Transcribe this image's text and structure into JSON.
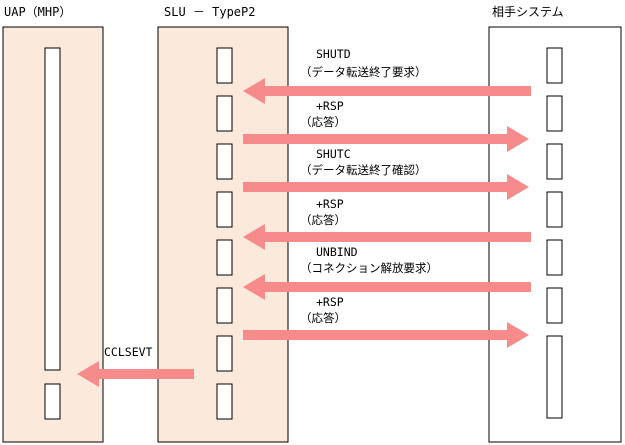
{
  "columns": [
    {
      "id": "uap",
      "title": "UAP（MHP）",
      "fill": "#fbe9dc"
    },
    {
      "id": "slu",
      "title": "SLU － TypeP2",
      "fill": "#fbe9dc"
    },
    {
      "id": "partner",
      "title": "相手システム",
      "fill": "#ffffff"
    }
  ],
  "messages": [
    {
      "name": "SHUTD",
      "desc": "（データ転送終了要求）",
      "direction": "left",
      "from": "partner",
      "to": "slu"
    },
    {
      "name": "+RSP",
      "desc": "（応答）",
      "direction": "right",
      "from": "slu",
      "to": "partner"
    },
    {
      "name": "SHUTC",
      "desc": "（データ転送終了確認）",
      "direction": "right",
      "from": "slu",
      "to": "partner"
    },
    {
      "name": "+RSP",
      "desc": "（応答）",
      "direction": "left",
      "from": "partner",
      "to": "slu"
    },
    {
      "name": "UNBIND",
      "desc": "（コネクション解放要求）",
      "direction": "left",
      "from": "partner",
      "to": "slu"
    },
    {
      "name": "+RSP",
      "desc": "（応答）",
      "direction": "right",
      "from": "slu",
      "to": "partner"
    }
  ],
  "event": {
    "name": "CCLSEVT",
    "direction": "left",
    "from": "slu",
    "to": "uap"
  },
  "colors": {
    "arrow": "#f78a8a",
    "stroke": "#000000",
    "panel": "#fbe9dc"
  }
}
